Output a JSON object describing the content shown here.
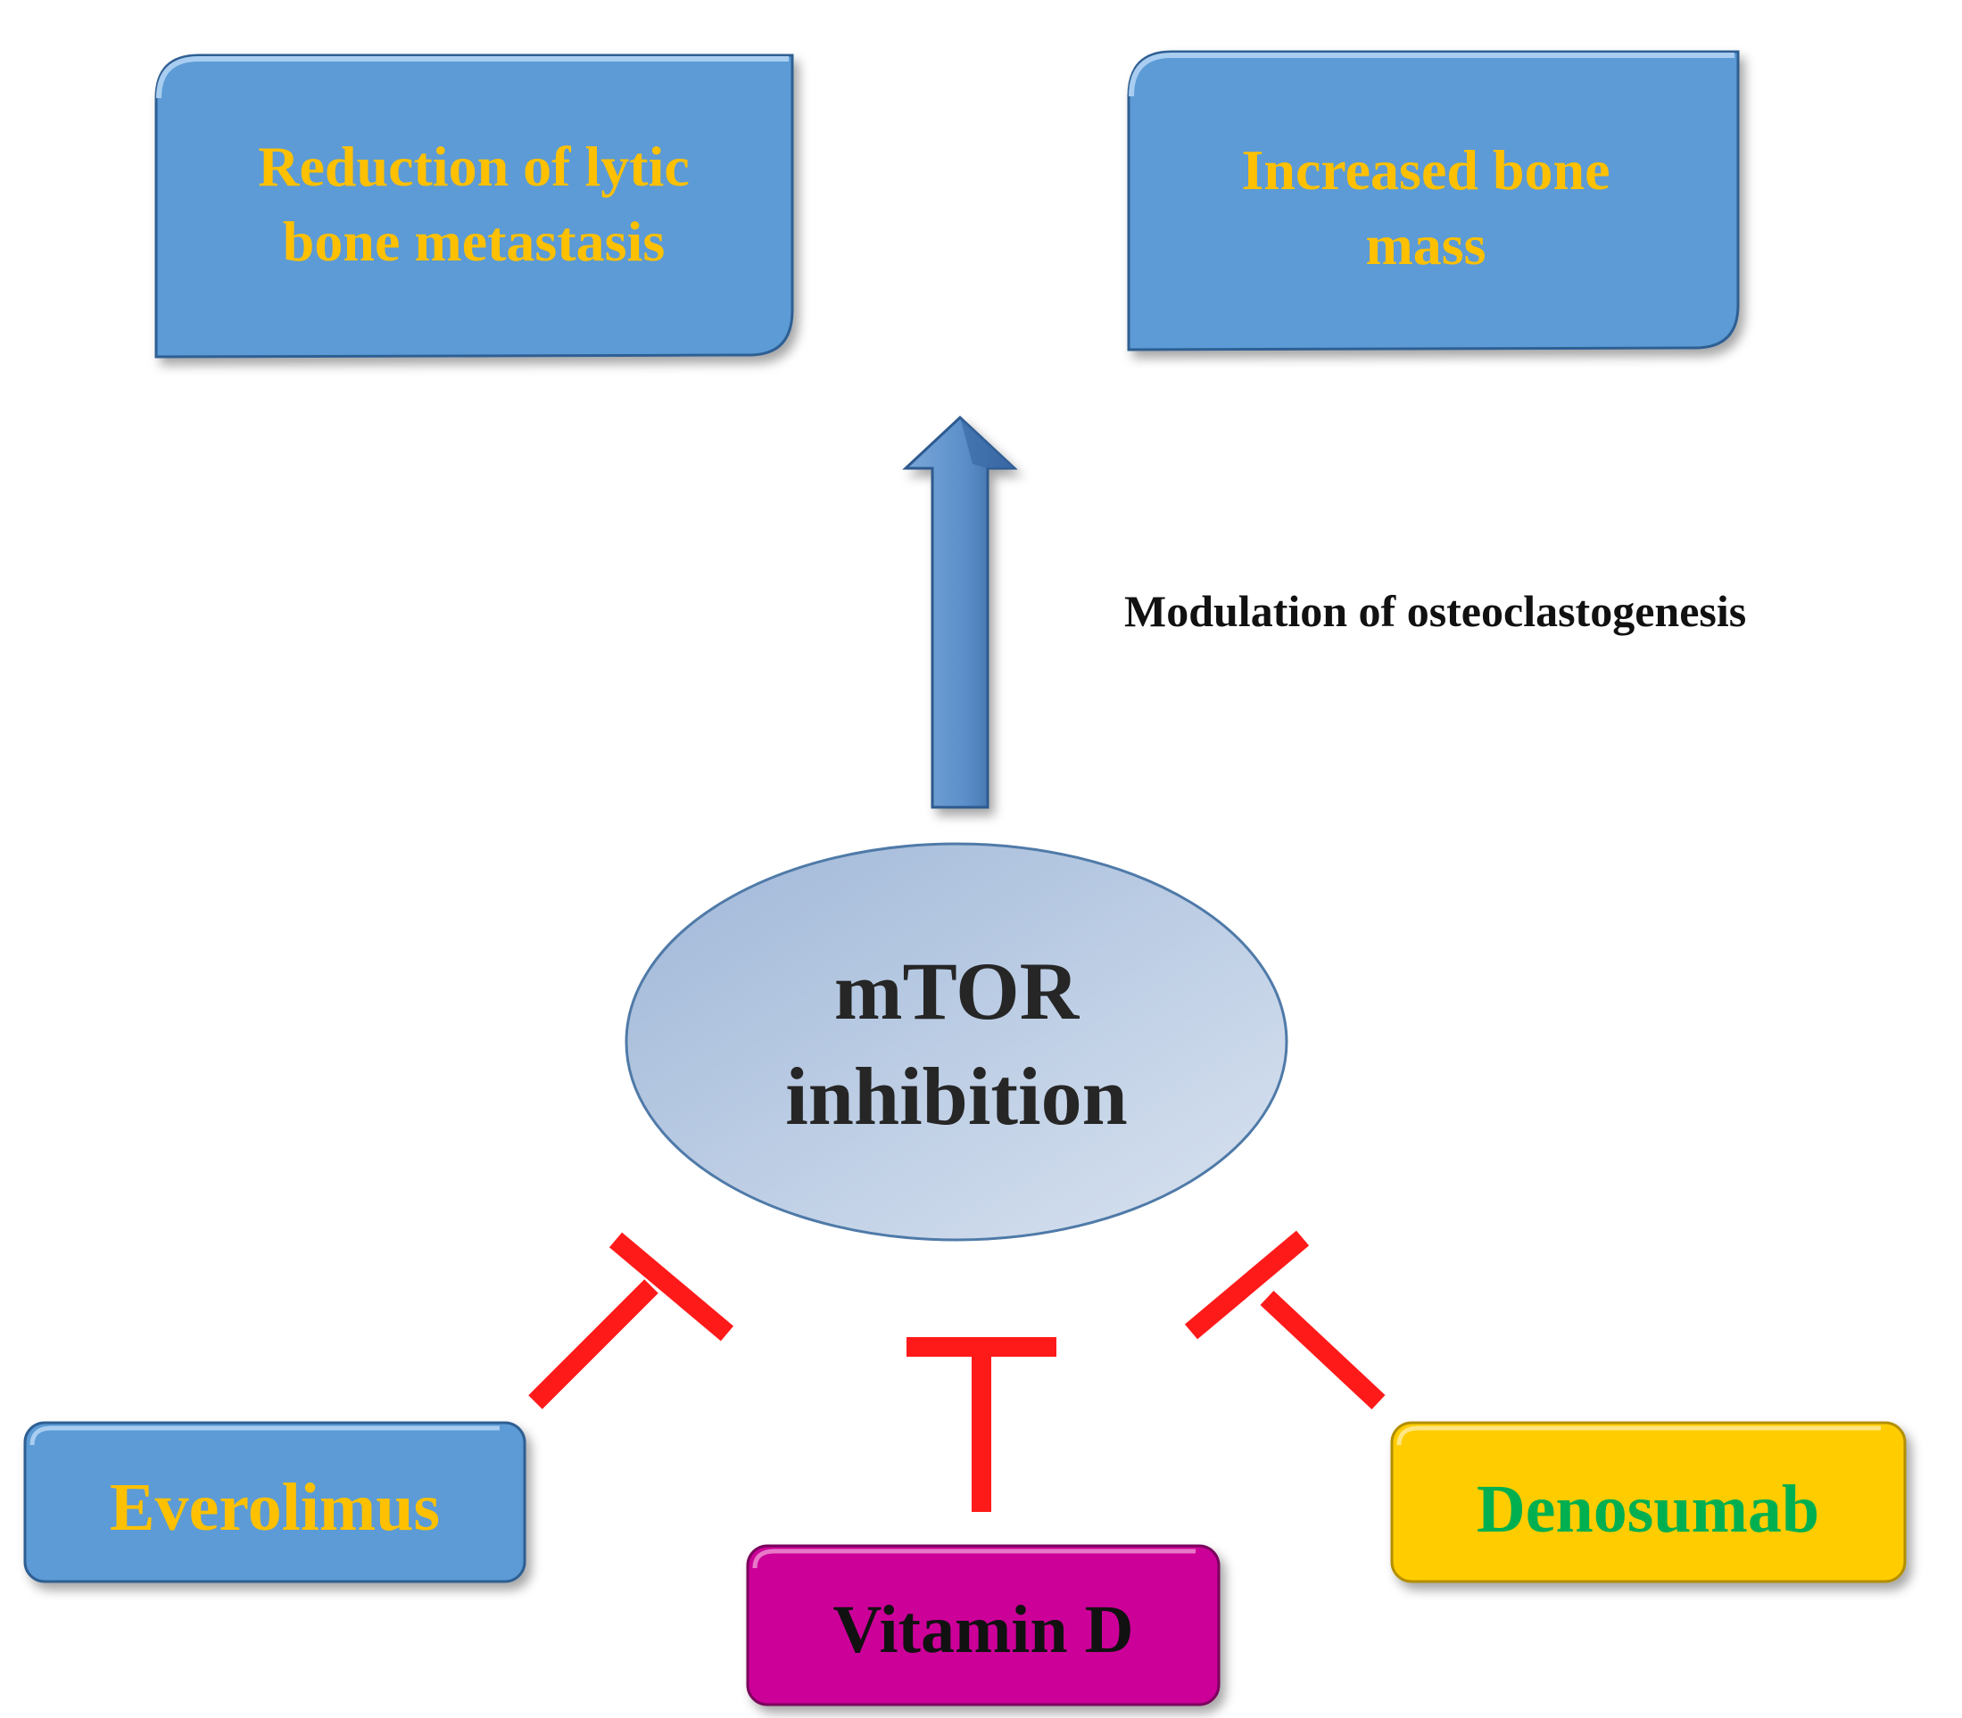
{
  "outcomes": {
    "left": {
      "line1": "Reduction of lytic",
      "line2": "bone metastasis"
    },
    "right": {
      "line1": "Increased bone",
      "line2": "mass"
    }
  },
  "arrow_label": "Modulation of osteoclastogenesis",
  "center": {
    "line1": "mTOR",
    "line2": "inhibition"
  },
  "inhibitors": {
    "everolimus": "Everolimus",
    "vitamin_d": "Vitamin D",
    "denosumab": "Denosumab"
  },
  "colors": {
    "box_blue": "#5b9bd5",
    "outcome_text": "#ffc000",
    "vitamin_fill": "#cc0099",
    "denosumab_fill": "#ffcc00",
    "denosumab_text": "#00b050",
    "inhibition_red": "#ff1a1a",
    "arrow_blue": "#4a7ebb"
  }
}
